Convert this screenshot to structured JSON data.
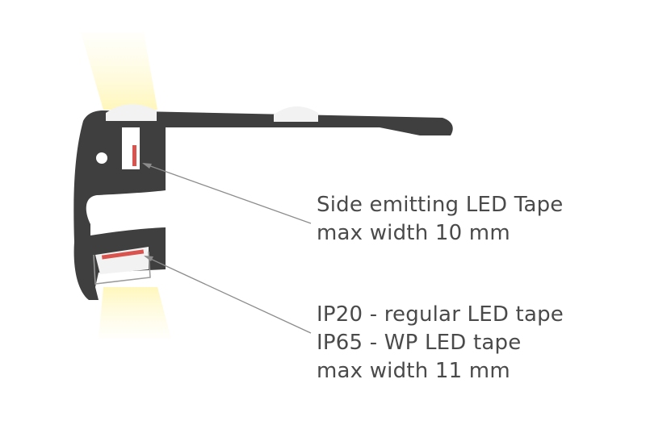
{
  "callouts": {
    "side_emitting": {
      "line1": "Side emitting LED Tape",
      "line2": "max width 10 mm"
    },
    "bottom_emitting": {
      "line1": "IP20 - regular LED tape",
      "line2": "IP65 - WP LED tape",
      "line3": "max width 11 mm"
    }
  },
  "colors": {
    "profile": "#3f3f3f",
    "lens": "#f2f2f2",
    "light_glow": "#fff7c4",
    "led_tape": "#d9534f",
    "leader_line": "#8c8c8c",
    "text": "#4a4a4a"
  }
}
